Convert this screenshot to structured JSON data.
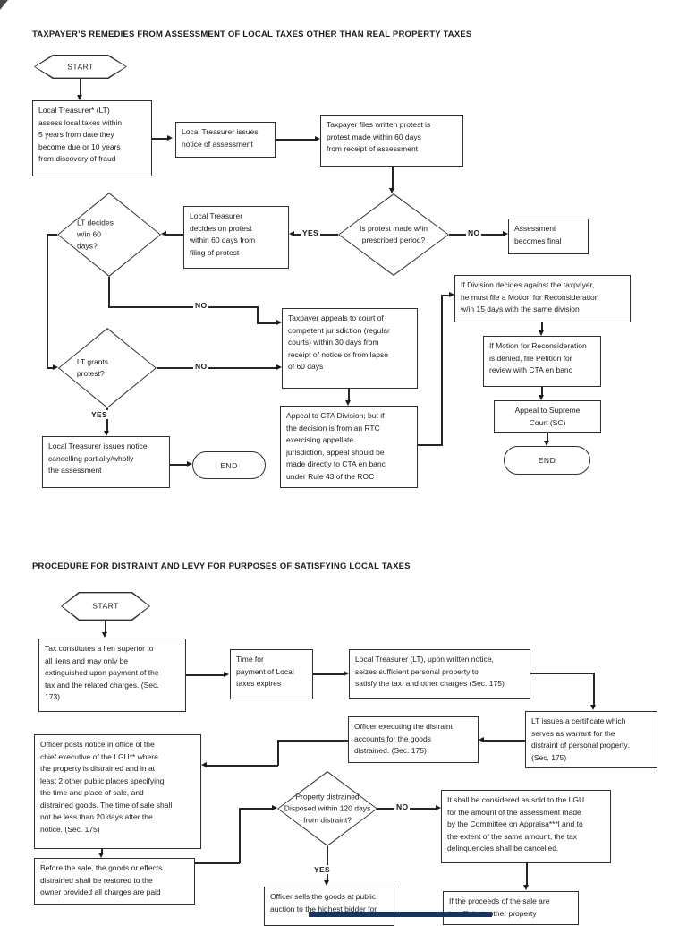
{
  "labels": {
    "start": "START",
    "end": "END",
    "yes": "YES",
    "no": "NO"
  },
  "chart1": {
    "title": "TAXPAYER’S REMEDIES FROM ASSESSMENT OF LOCAL TAXES OTHER THAN REAL PROPERTY TAXES",
    "nodes": {
      "assess": "Local Treasurer* (LT)\nassess local taxes within\n5 years from date they\nbecome due or 10 years\nfrom discovery of fraud",
      "notice": "Local Treasurer issues\nnotice of assessment",
      "protest": "Taxpayer files written protest is\nprotest made within 60 days\nfrom receipt of assessment",
      "d_period": "Is protest made w/in\nprescribed period?",
      "decides": "Local Treasurer\ndecides on protest\nwithin 60 days from\nfiling of protest",
      "d_60days": "LT decides\nw/in 60\ndays?",
      "final": "Assessment\nbecomes final",
      "appeals_court": "Taxpayer appeals to court of\ncompetent jurisdiction (regular\ncourts) within 30 days from\nreceipt of notice or from lapse\nof 60 days",
      "d_grants": "LT grants\nprotest?",
      "cancel": "Local Treasurer issues notice\ncancelling partially/wholly\nthe assessment",
      "cta_division": "Appeal to CTA Division; but if\nthe decision is from an RTC\nexercising appellate\njurisdiction, appeal should be\nmade directly to CTA en banc\nunder Rule 43 of the ROC",
      "division_against": "If Division decides against the taxpayer,\nhe must file a Motion for Reconsideration\nw/in 15 days with the same division",
      "mr_denied": "If Motion for Reconsideration\nis denied, file Petition for\nreview with CTA en banc",
      "supreme": "Appeal to Supreme\nCourt (SC)"
    }
  },
  "chart2": {
    "title": "PROCEDURE FOR DISTRAINT AND LEVY FOR PURPOSES OF SATISFYING LOCAL TAXES",
    "nodes": {
      "lien": "Tax constitutes a lien superior to\nall liens and may only be\nextinguished upon payment of the\ntax and the related charges. (Sec.\n173)",
      "time": "Time for\npayment of Local\ntaxes expires",
      "seizes": "Local Treasurer (LT), upon written notice,\nseizes sufficient personal property to\nsatisfy the tax, and other charges (Sec. 175)",
      "certificate": "LT issues a certificate which\nserves as warrant for the\ndistraint of personal property.\n(Sec. 175)",
      "accounts": "Officer executing the distraint\naccounts for the goods\ndistrained. (Sec. 175)",
      "posts": "Officer posts notice in office of the\nchief executive of the LGU** where\nthe property is distrained and in at\nleast 2 other public places specifying\nthe time and place of sale, and\ndistrained goods. The time of sale shall\nnot be less than 20 days after the\nnotice. (Sec. 175)",
      "restore": "Before the sale, the goods or effects\ndistrained shall be restored to the\nowner provided all charges are paid",
      "d_disposed": "Property distrained\nDisposed within 120 days\nfrom distraint?",
      "sold_lgu": "It shall be considered as sold to the LGU\nfor the amount of the assessment made\nby the Committee on Appraisa***l and to\nthe extent of the same amount, the tax\ndelinquencies shall be cancelled.",
      "auction": "Officer sells the goods at public\nauction to the highest bidder for",
      "insufficient": "If the proceeds of the sale are\ninsufficient, other property"
    }
  }
}
